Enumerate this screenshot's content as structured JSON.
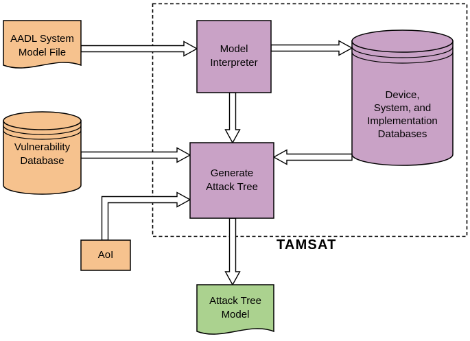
{
  "diagram": {
    "boundary_label": "TAMSAT",
    "colors": {
      "orange": "#f6c28e",
      "purple": "#c9a2c6",
      "green": "#abd28f",
      "line": "#000000",
      "arrow_fill": "#ffffff",
      "background": "#ffffff"
    },
    "nodes": {
      "aadl_file": {
        "shape": "document",
        "color": "#f6c28e",
        "lines": [
          "AADL System",
          "Model File"
        ]
      },
      "vulnerability_db": {
        "shape": "cylinder",
        "color": "#f6c28e",
        "lines": [
          "Vulnerability",
          "Database"
        ]
      },
      "aoi": {
        "shape": "rect",
        "color": "#f6c28e",
        "lines": [
          "AoI"
        ]
      },
      "model_interpreter": {
        "shape": "rect",
        "color": "#c9a2c6",
        "lines": [
          "Model",
          "Interpreter"
        ]
      },
      "device_db": {
        "shape": "cylinder",
        "color": "#c9a2c6",
        "lines": [
          "Device,",
          "System, and",
          "Implementation",
          "Databases"
        ]
      },
      "generate_attack_tree": {
        "shape": "rect",
        "color": "#c9a2c6",
        "lines": [
          "Generate",
          "Attack Tree"
        ]
      },
      "attack_tree_model": {
        "shape": "document",
        "color": "#abd28f",
        "lines": [
          "Attack Tree",
          "Model"
        ]
      }
    },
    "edges": [
      {
        "from": "aadl_file",
        "to": "model_interpreter"
      },
      {
        "from": "model_interpreter",
        "to": "device_db"
      },
      {
        "from": "model_interpreter",
        "to": "generate_attack_tree"
      },
      {
        "from": "vulnerability_db",
        "to": "generate_attack_tree"
      },
      {
        "from": "device_db",
        "to": "generate_attack_tree"
      },
      {
        "from": "aoi",
        "to": "generate_attack_tree"
      },
      {
        "from": "generate_attack_tree",
        "to": "attack_tree_model"
      }
    ]
  }
}
